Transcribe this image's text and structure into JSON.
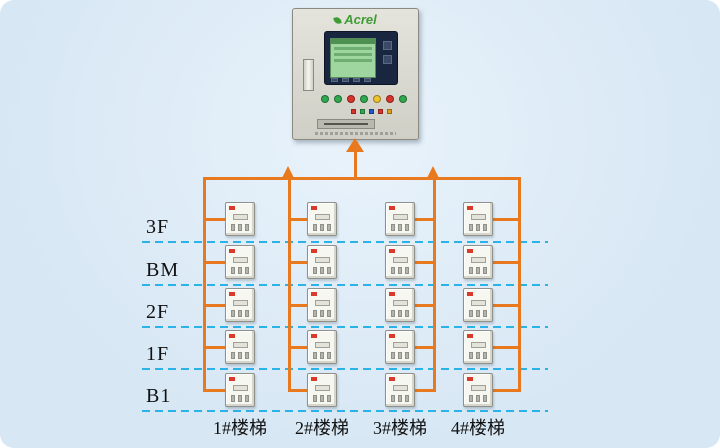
{
  "colors": {
    "background": "#d7e7f4",
    "wire": "#e8791e",
    "floor_divider": "#2bb3e8",
    "label_text": "#111111",
    "brand_green": "#3f9c35"
  },
  "cabinet": {
    "brand": "Acrel",
    "indicator_lights": [
      "#2fa84f",
      "#2fa84f",
      "#d9342b",
      "#2fa84f",
      "#f0c22e",
      "#d9342b",
      "#2fa84f"
    ],
    "status_leds": [
      "#d9342b",
      "#2fa84f",
      "#2457c5",
      "#d9342b",
      "#e09a1e"
    ]
  },
  "floors": [
    {
      "label": "3F"
    },
    {
      "label": "BM"
    },
    {
      "label": "2F"
    },
    {
      "label": "1F"
    },
    {
      "label": "B1"
    }
  ],
  "staircases": [
    {
      "label": "1#楼梯"
    },
    {
      "label": "2#楼梯"
    },
    {
      "label": "3#楼梯"
    },
    {
      "label": "4#楼梯"
    }
  ]
}
